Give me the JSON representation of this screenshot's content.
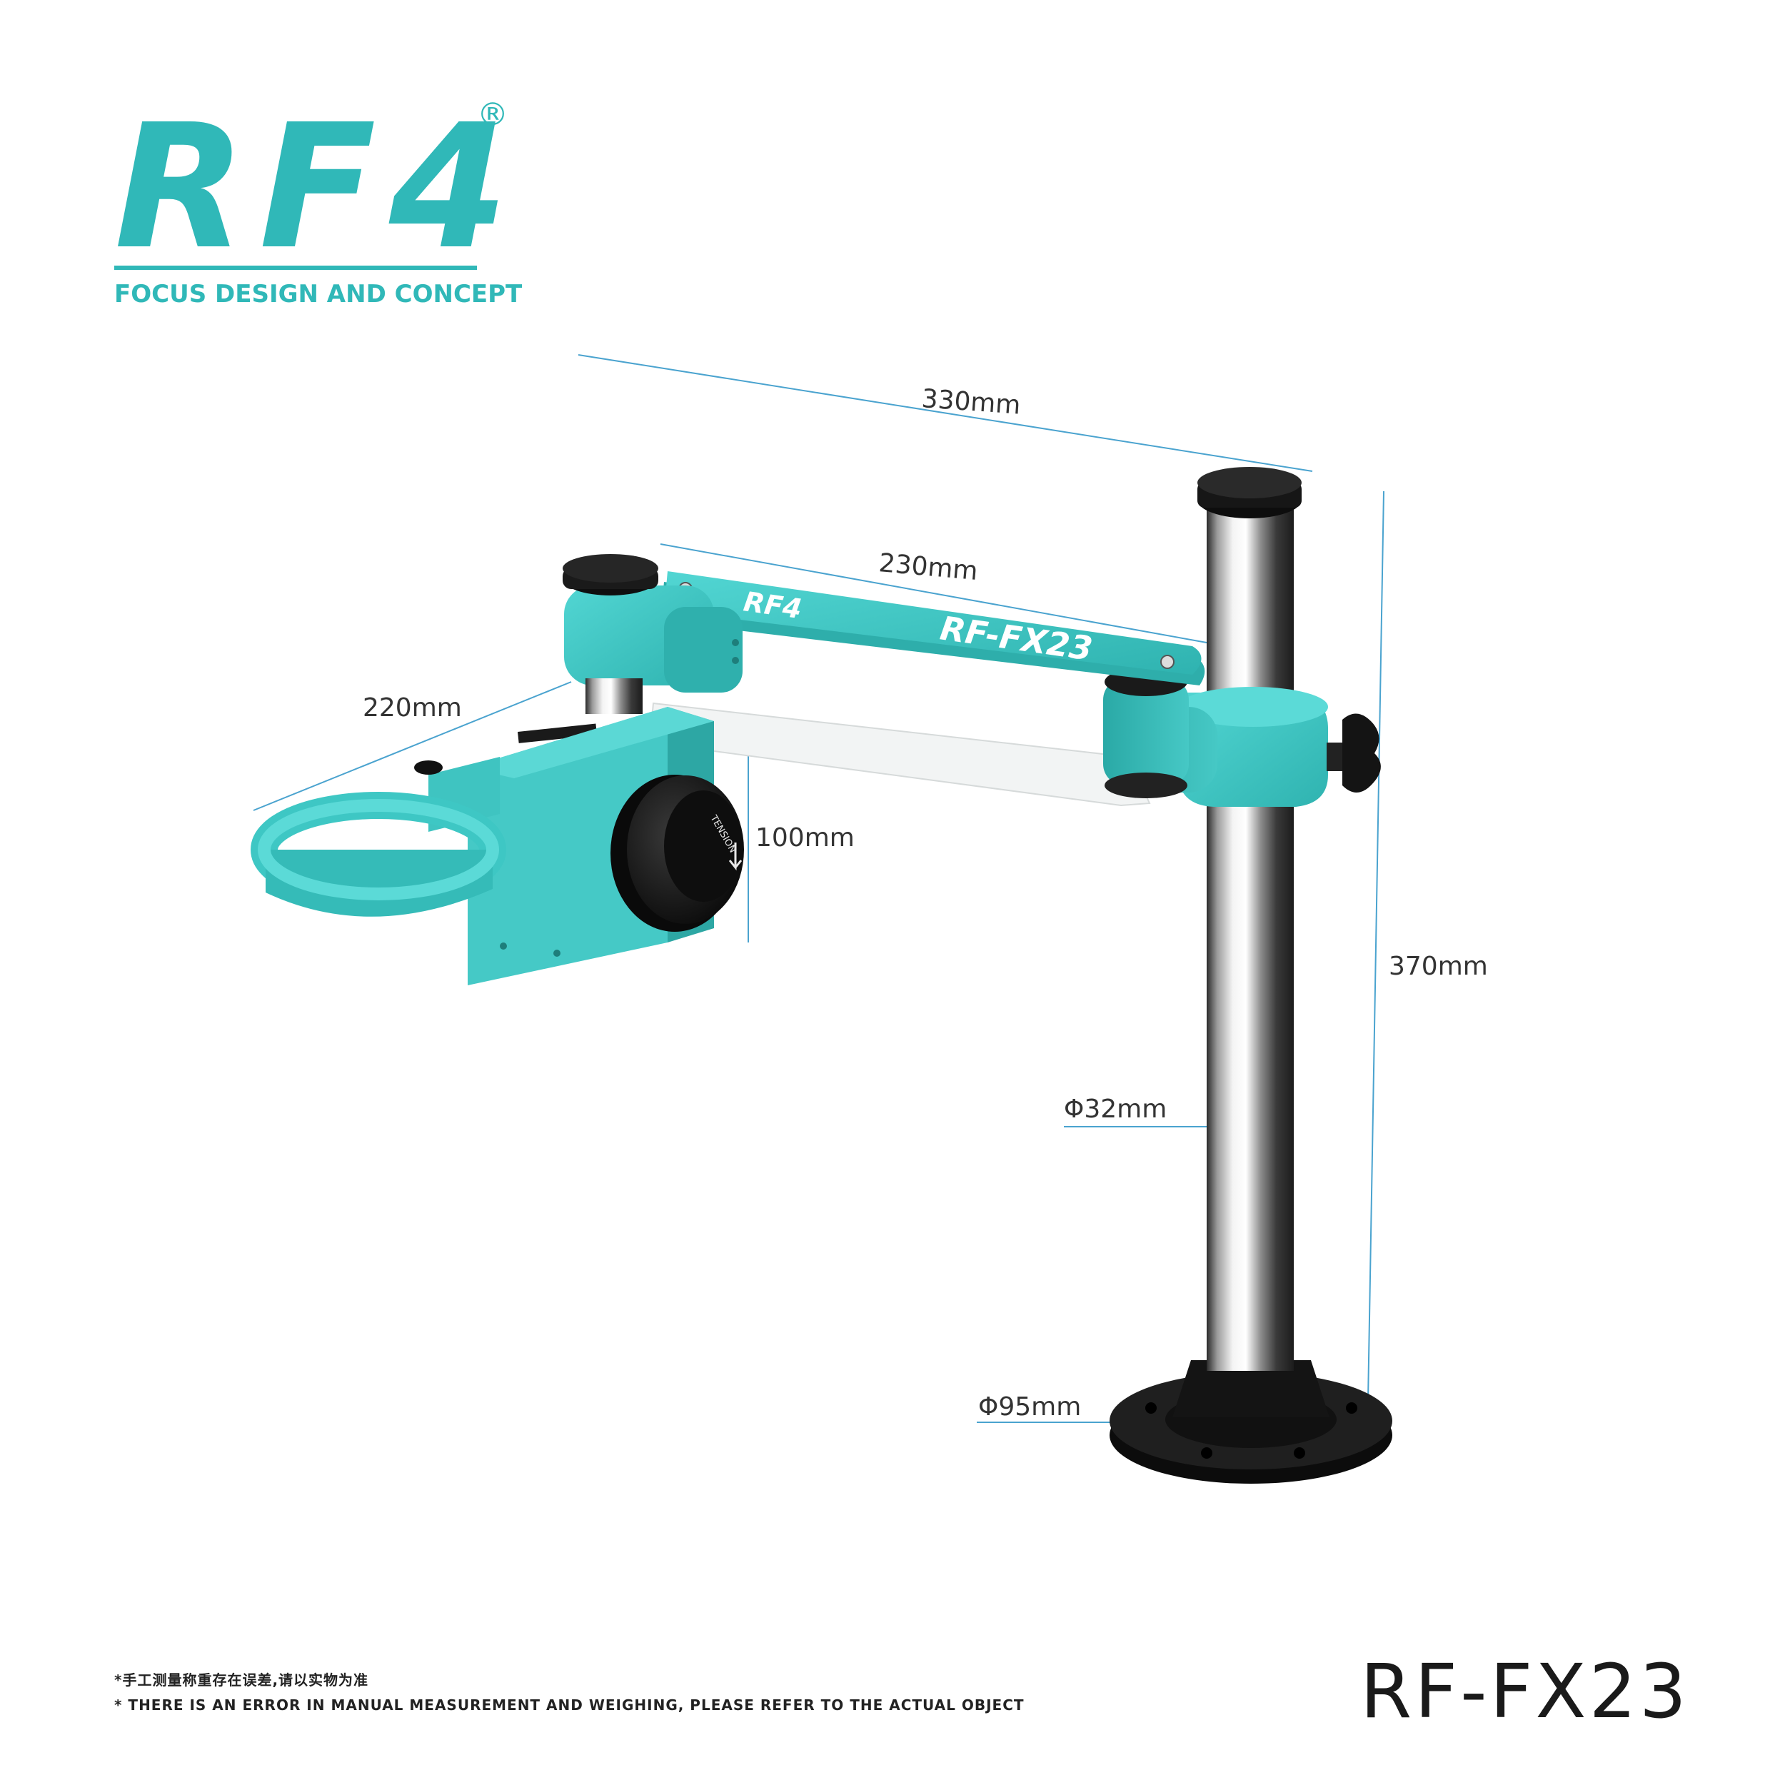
{
  "brand": {
    "logo_text": "RF4",
    "registered_mark": "®",
    "tagline": "FOCUS DESIGN AND CONCEPT"
  },
  "product": {
    "model": "RF-FX23",
    "arm_print_logo": "RF4",
    "arm_print_model": "RF-FX23",
    "knob_label": "TENSION"
  },
  "dimensions": {
    "overall_reach": "330mm",
    "arm_length": "230mm",
    "holder_width": "220mm",
    "holder_height": "100mm",
    "column_height": "370mm",
    "column_diameter": "Φ32mm",
    "base_diameter": "Φ95mm"
  },
  "notes": {
    "cn": "*手工测量称重存在误差,请以实物为准",
    "en": "* THERE IS AN ERROR IN MANUAL MEASUREMENT AND WEIGHING, PLEASE REFER TO THE ACTUAL OBJECT"
  },
  "colors": {
    "brand_teal": "#30b8b8",
    "product_teal": "#3ec7c4",
    "dimension_line": "#4aa3cf"
  }
}
